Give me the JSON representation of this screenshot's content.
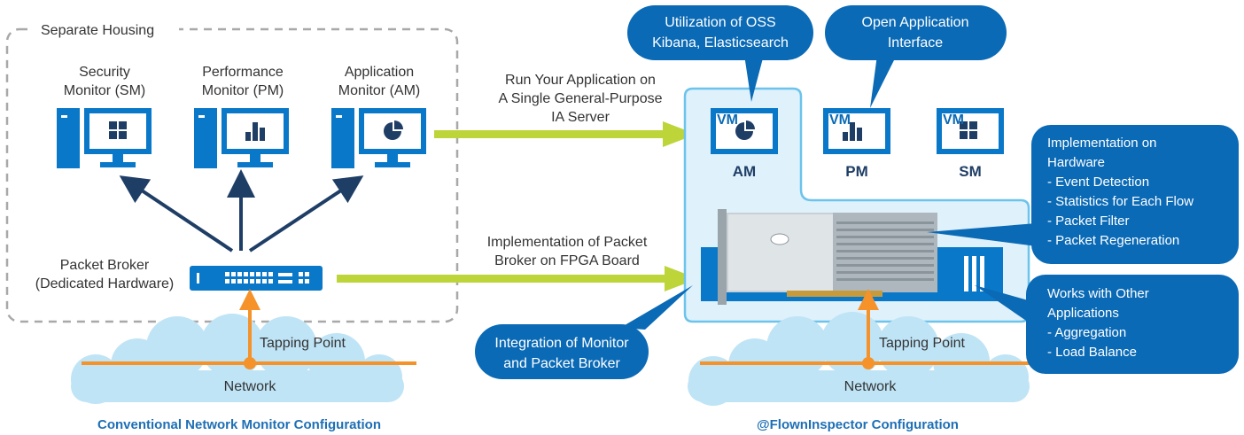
{
  "left": {
    "housing_label": "Separate Housing",
    "monitors": [
      {
        "line1": "Security",
        "line2": "Monitor (SM)"
      },
      {
        "line1": "Performance",
        "line2": "Monitor (PM)"
      },
      {
        "line1": "Application",
        "line2": "Monitor (AM)"
      }
    ],
    "broker_line1": "Packet Broker",
    "broker_line2": "(Dedicated Hardware)",
    "tapping_point": "Tapping Point",
    "network": "Network",
    "caption": "Conventional Network Monitor Configuration"
  },
  "middle": {
    "run_line1": "Run Your Application on",
    "run_line2": "A Single General-Purpose",
    "run_line3": "IA Server",
    "impl_line1": "Implementation of Packet",
    "impl_line2": "Broker on FPGA Board"
  },
  "right": {
    "vm_label": "VM",
    "vms": [
      "AM",
      "PM",
      "SM"
    ],
    "tapping_point": "Tapping Point",
    "network": "Network",
    "caption": "@FlownInspector Configuration"
  },
  "callouts": {
    "oss_line1": "Utilization of OSS",
    "oss_line2": "Kibana, Elasticsearch",
    "api_line1": "Open Application",
    "api_line2": "Interface",
    "integration_line1": "Integration of Monitor",
    "integration_line2": "and Packet Broker",
    "hw": [
      "Implementation on",
      "Hardware",
      "- Event Detection",
      "- Statistics for Each Flow",
      "- Packet Filter",
      "- Packet Regeneration"
    ],
    "apps": [
      "Works with Other",
      "Applications",
      "- Aggregation",
      "- Load Balance"
    ]
  },
  "colors": {
    "blue": "#0a78c8",
    "dark_blue": "#0a6ab6",
    "light_blue": "#dff1fb",
    "cloud": "#bfe4f6",
    "navy": "#1f3e66",
    "green": "#bed53a",
    "orange": "#f5922a",
    "caption": "#1e6fb5"
  }
}
